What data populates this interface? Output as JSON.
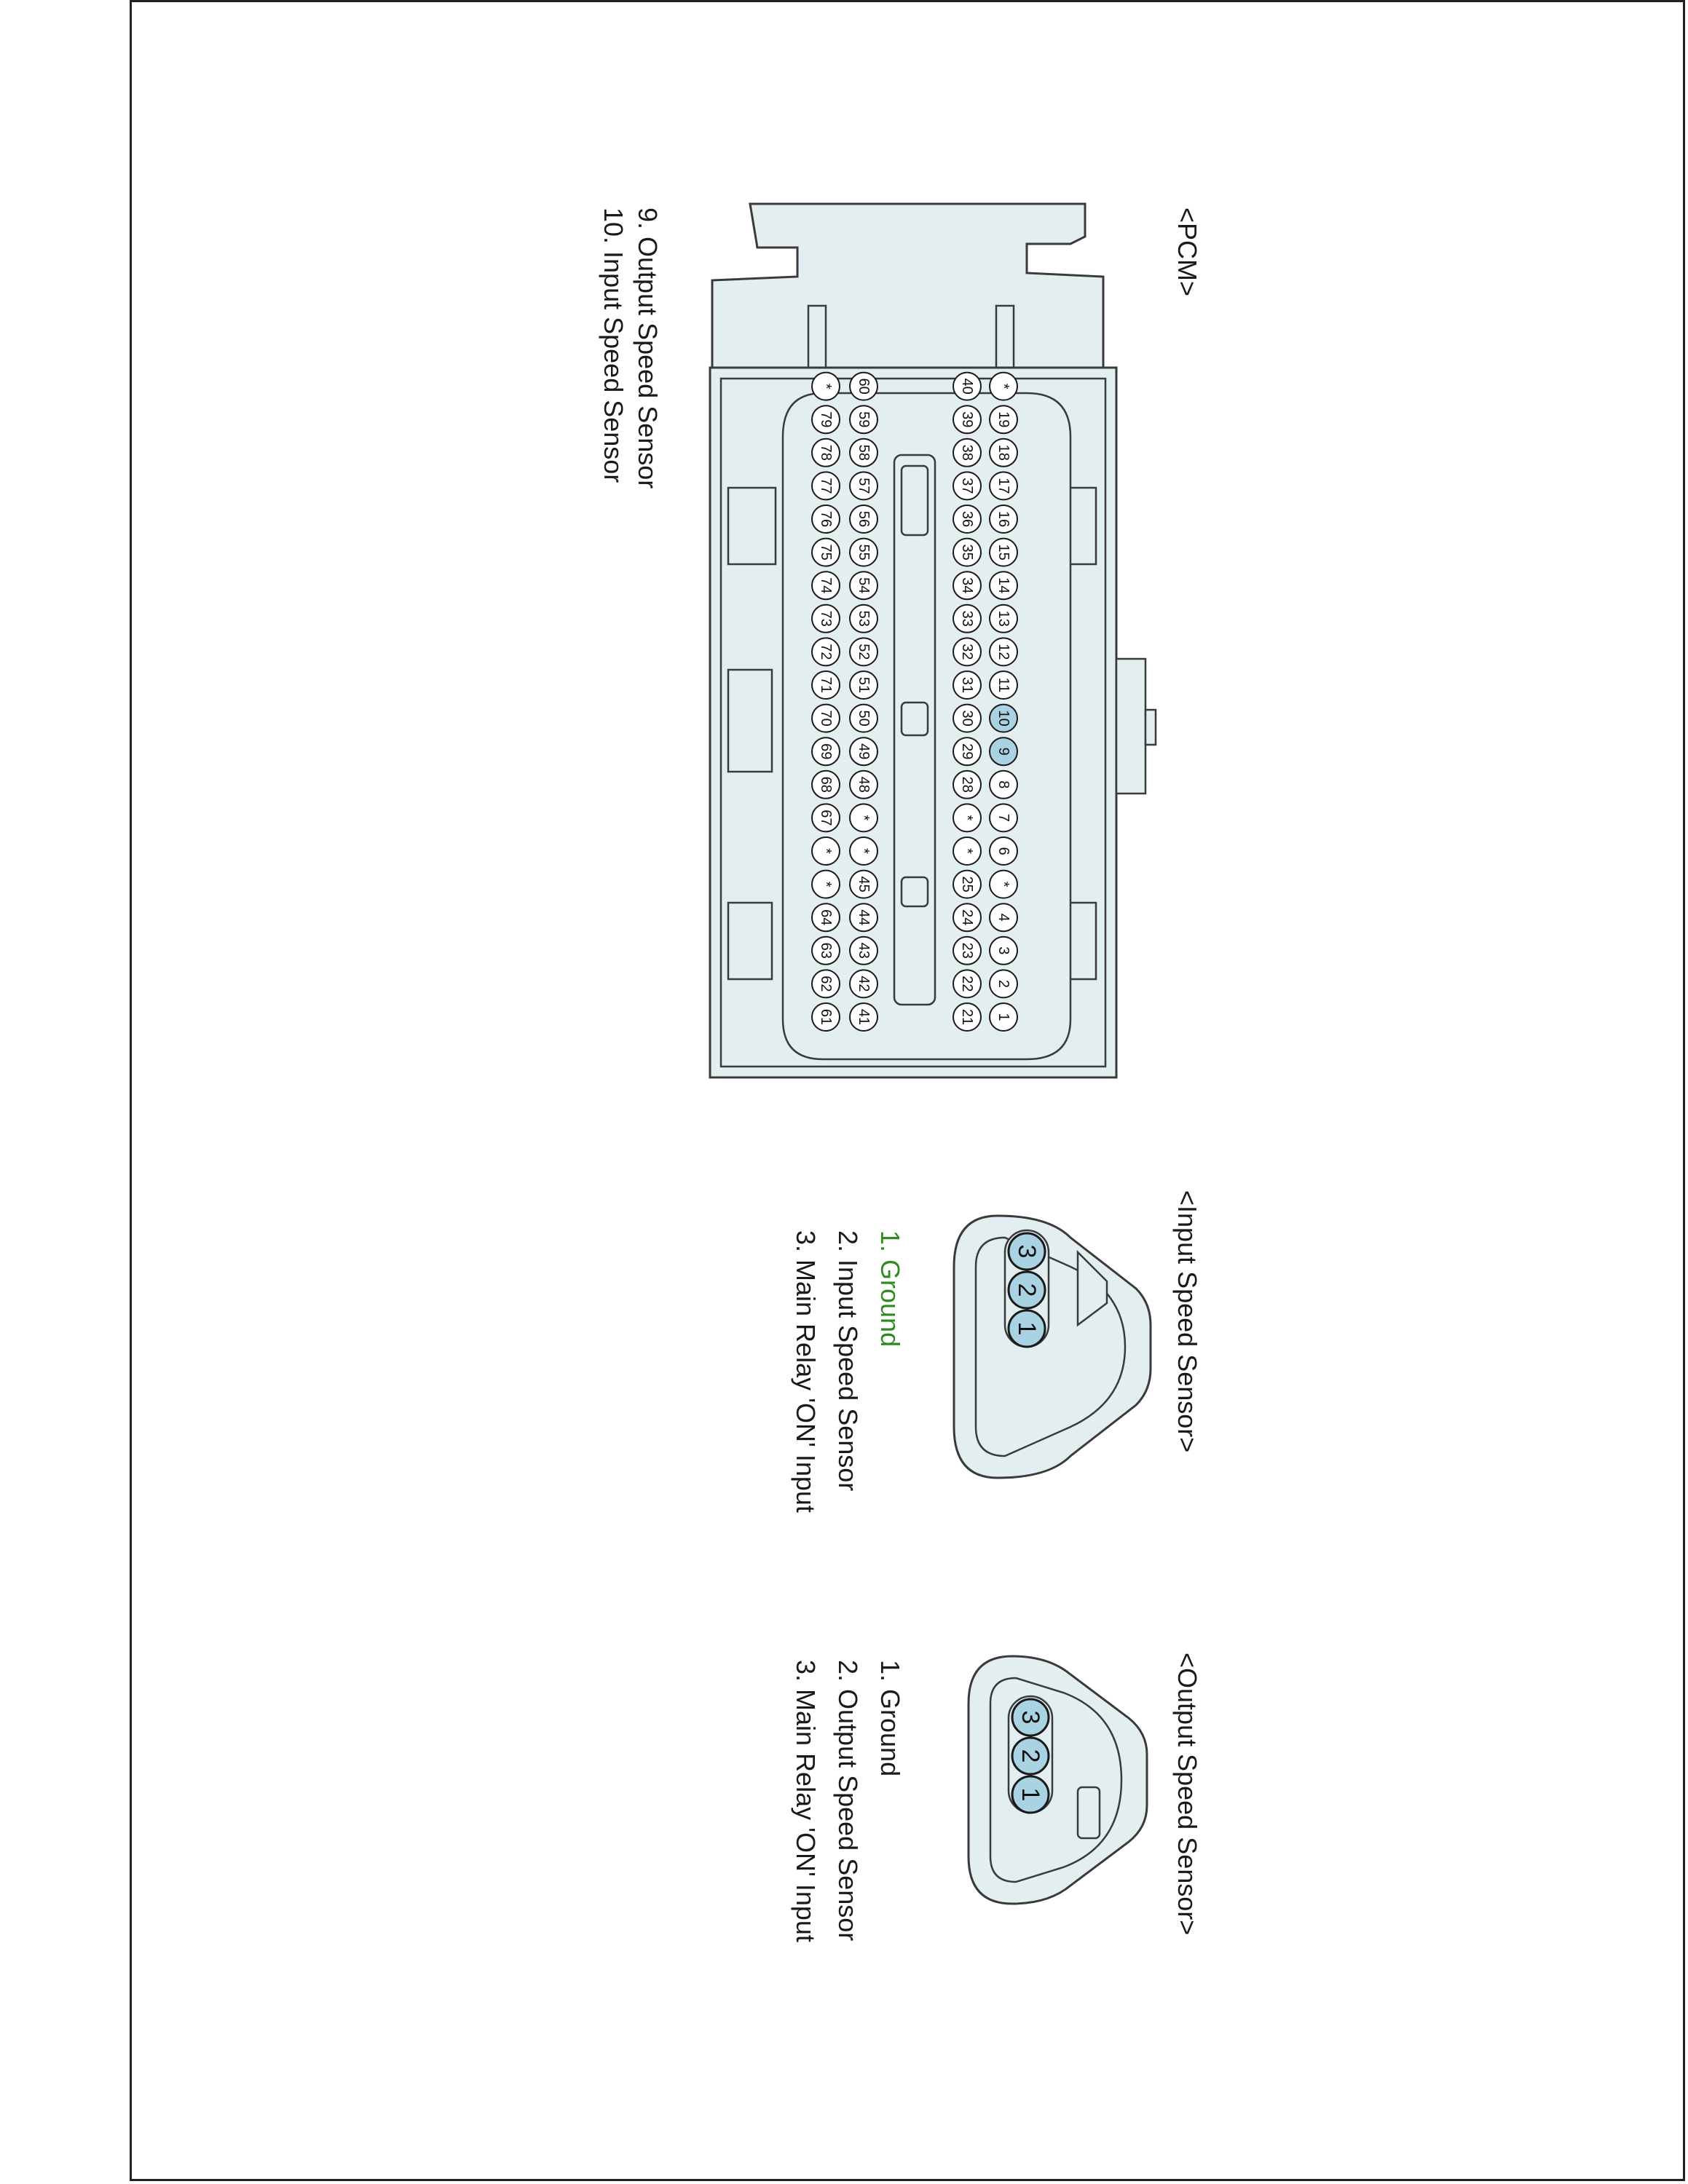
{
  "pcm": {
    "title": "<PCM>",
    "legend": [
      "9. Output Speed Sensor",
      "10. Input Speed Sensor"
    ],
    "highlighted_pins": [
      "9",
      "10"
    ],
    "rows": [
      [
        "1",
        "2",
        "3",
        "4",
        "*",
        "6",
        "7",
        "8",
        "9",
        "10",
        "11",
        "12",
        "13",
        "14",
        "15",
        "16",
        "17",
        "18",
        "19",
        "*"
      ],
      [
        "21",
        "22",
        "23",
        "24",
        "25",
        "*",
        "*",
        "28",
        "29",
        "30",
        "31",
        "32",
        "33",
        "34",
        "35",
        "36",
        "37",
        "38",
        "39",
        "40"
      ],
      [
        "41",
        "42",
        "43",
        "44",
        "45",
        "*",
        "*",
        "48",
        "49",
        "50",
        "51",
        "52",
        "53",
        "54",
        "55",
        "56",
        "57",
        "58",
        "59",
        "60"
      ],
      [
        "61",
        "62",
        "63",
        "64",
        "*",
        "*",
        "67",
        "68",
        "69",
        "70",
        "71",
        "72",
        "73",
        "74",
        "75",
        "76",
        "77",
        "78",
        "79",
        "*"
      ]
    ]
  },
  "input_sensor": {
    "title": "<Input Speed Sensor>",
    "pins": [
      "1",
      "2",
      "3"
    ],
    "items": [
      "1. Ground",
      "2. Input Speed Sensor",
      "3. Main Relay 'ON' Input"
    ],
    "highlight_item": 0
  },
  "output_sensor": {
    "title": "<Output Speed Sensor>",
    "pins": [
      "1",
      "2",
      "3"
    ],
    "items": [
      "1. Ground",
      "2. Output Speed Sensor",
      "3. Main Relay 'ON' Input"
    ]
  },
  "colors": {
    "connector_fill": "#e3eef0",
    "pin_highlight": "#a9d3e2",
    "ground_text": "#2e8b1e"
  }
}
